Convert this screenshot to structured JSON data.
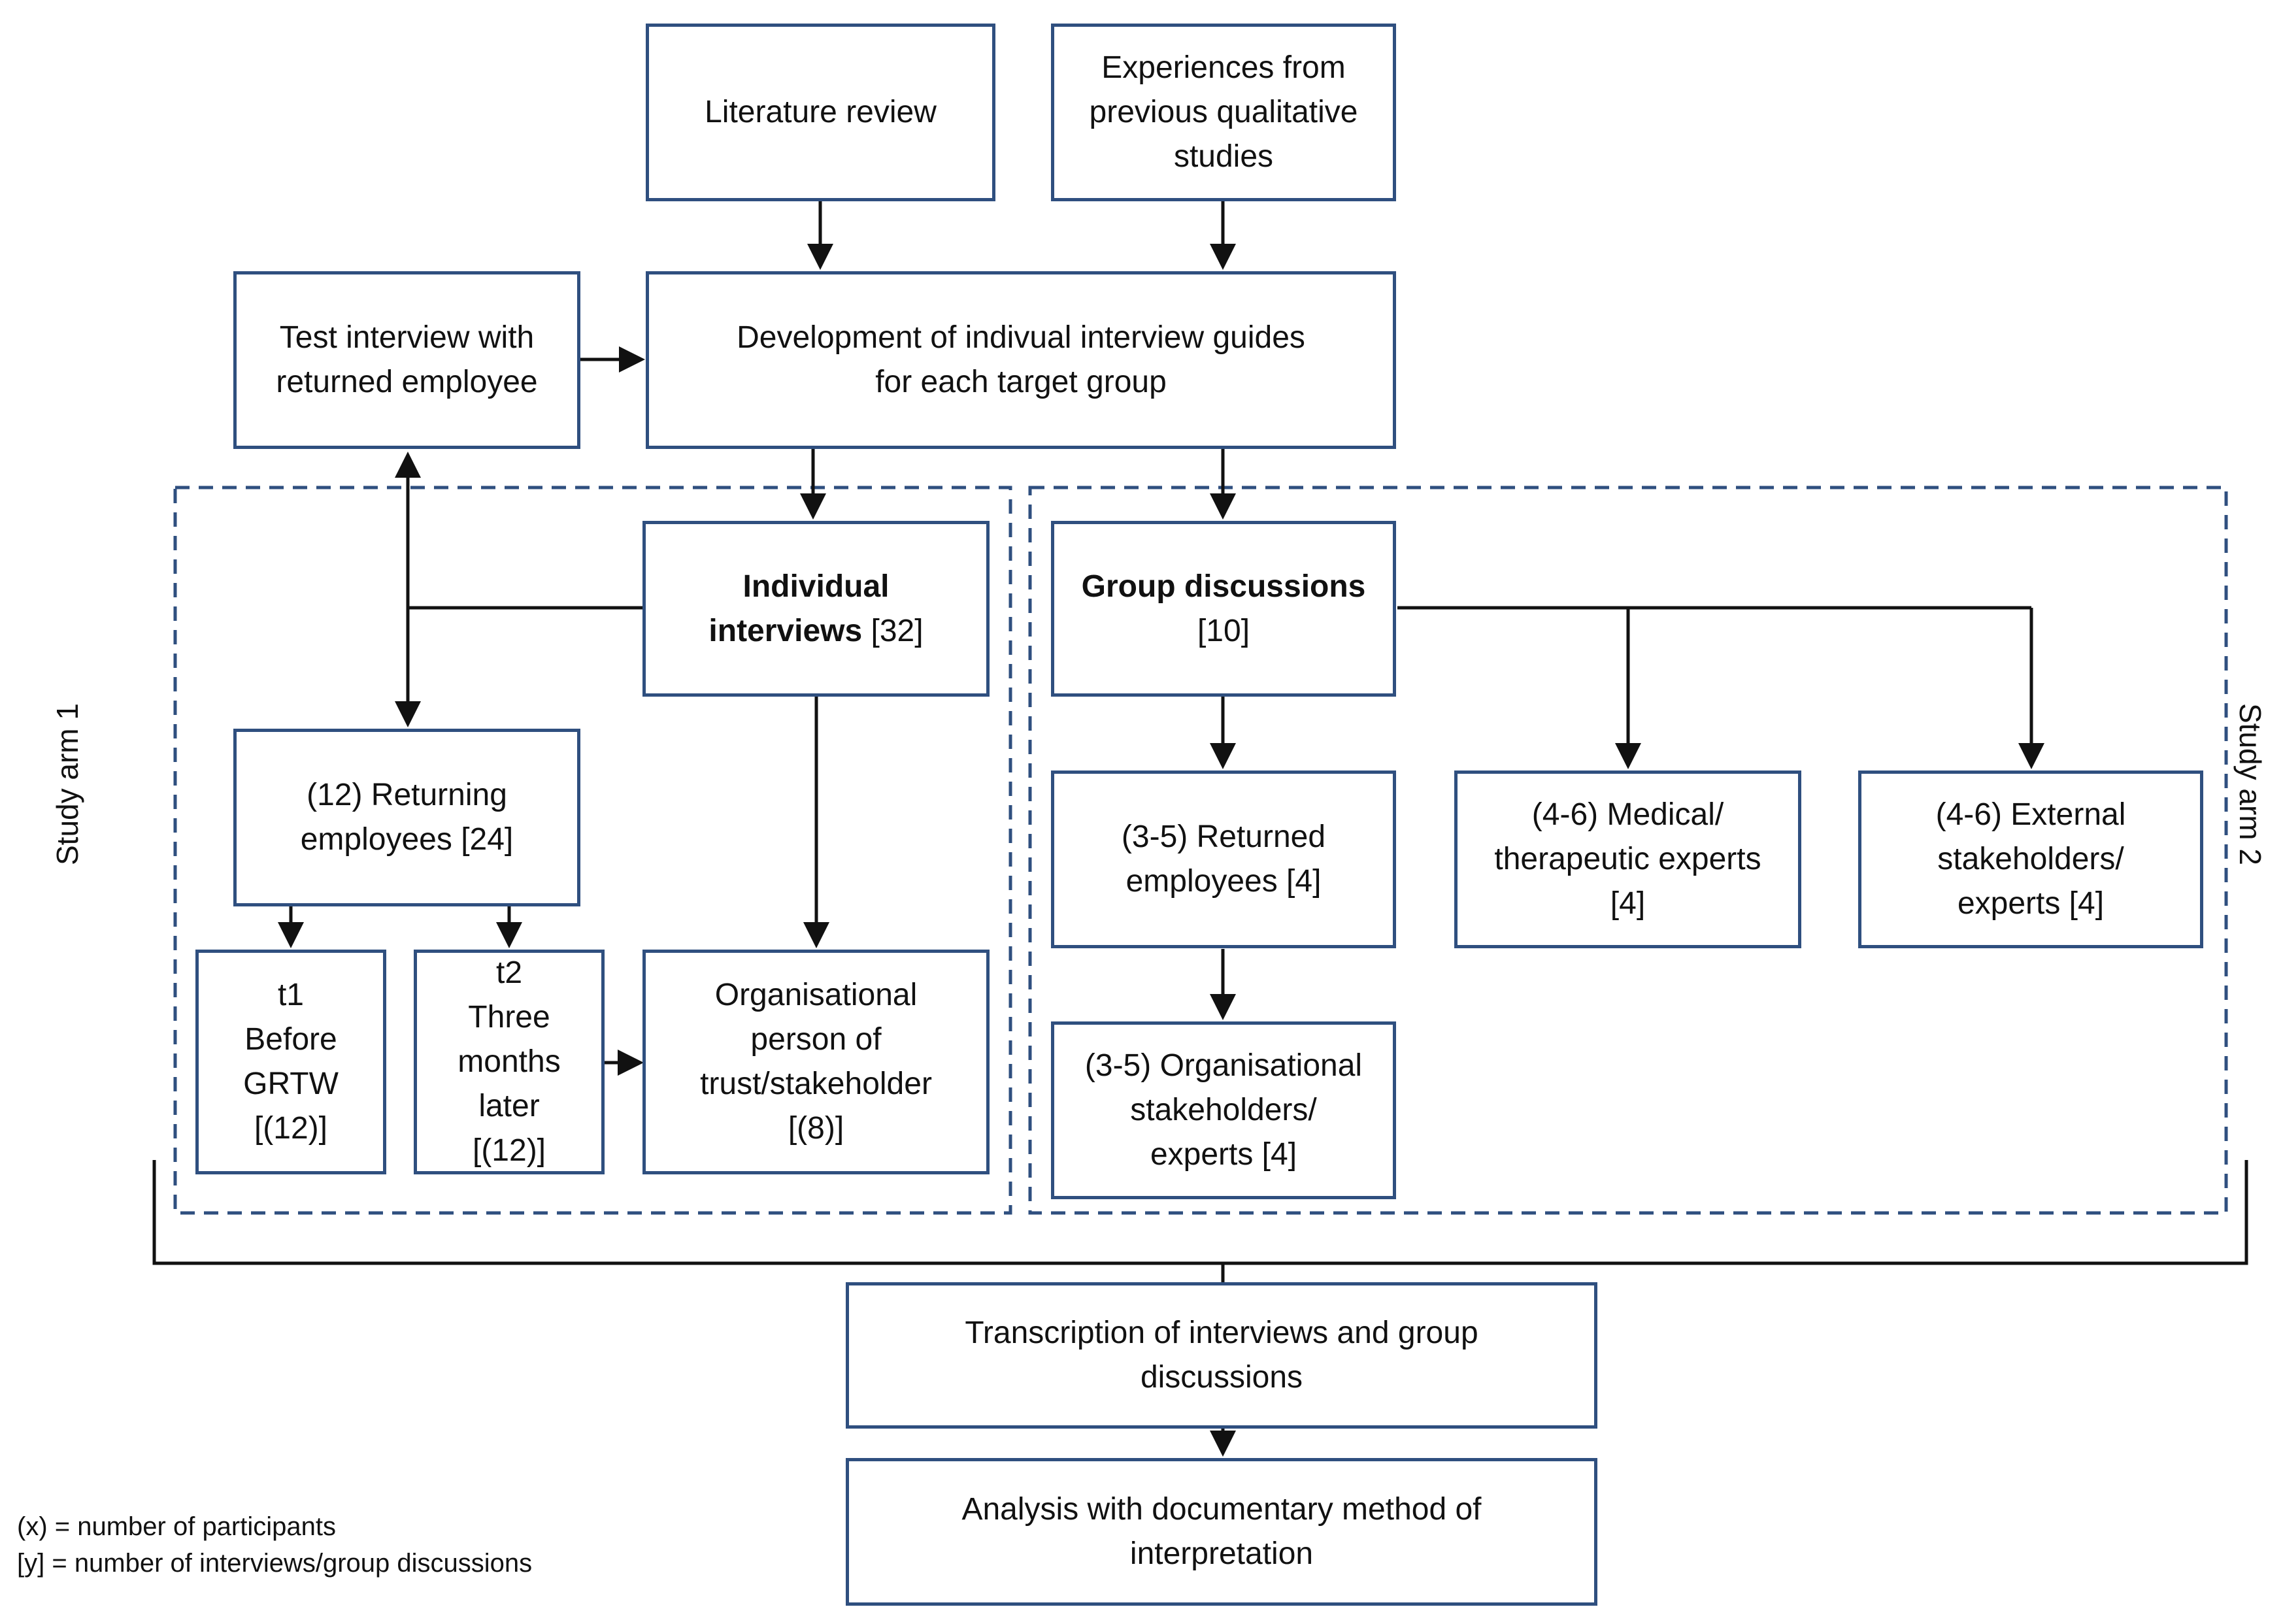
{
  "boxes": {
    "literature_review": "Literature review",
    "experiences": "Experiences from\nprevious qualitative\nstudies",
    "test_interview": "Test interview with\nreturned employee",
    "development": "Development of indivual interview guides\nfor each target group",
    "individual_interviews_bold": "Individual\ninterviews",
    "individual_interviews_count": " [32]",
    "group_discussions_bold": "Group discussions",
    "group_discussions_count": "[10]",
    "returning_employees": "(12) Returning\nemployees [24]",
    "t1": "t1\nBefore\nGRTW\n[(12)]",
    "t2": "t2\nThree\nmonths\nlater\n[(12)]",
    "organisational_person": "Organisational\nperson of\ntrust/stakeholder\n[(8)]",
    "returned_employees": "(3-5) Returned\nemployees [4]",
    "medical_experts": "(4-6) Medical/\ntherapeutic experts\n[4]",
    "external_stakeholders": "(4-6) External\nstakeholders/\nexperts [4]",
    "organisational_stakeholders": "(3-5) Organisational\nstakeholders/\nexperts [4]",
    "transcription": "Transcription of interviews and group\ndiscussions",
    "analysis": "Analysis with documentary method of\ninterpretation"
  },
  "arms": {
    "arm1": "Study arm 1",
    "arm2": "Study arm 2"
  },
  "legend": {
    "line1": "(x) = number of participants",
    "line2": "[y] = number of interviews/group discussions"
  },
  "colors": {
    "box_border": "#2f4f7f",
    "dashed_border": "#2f4f7f",
    "arrow": "#111111"
  }
}
